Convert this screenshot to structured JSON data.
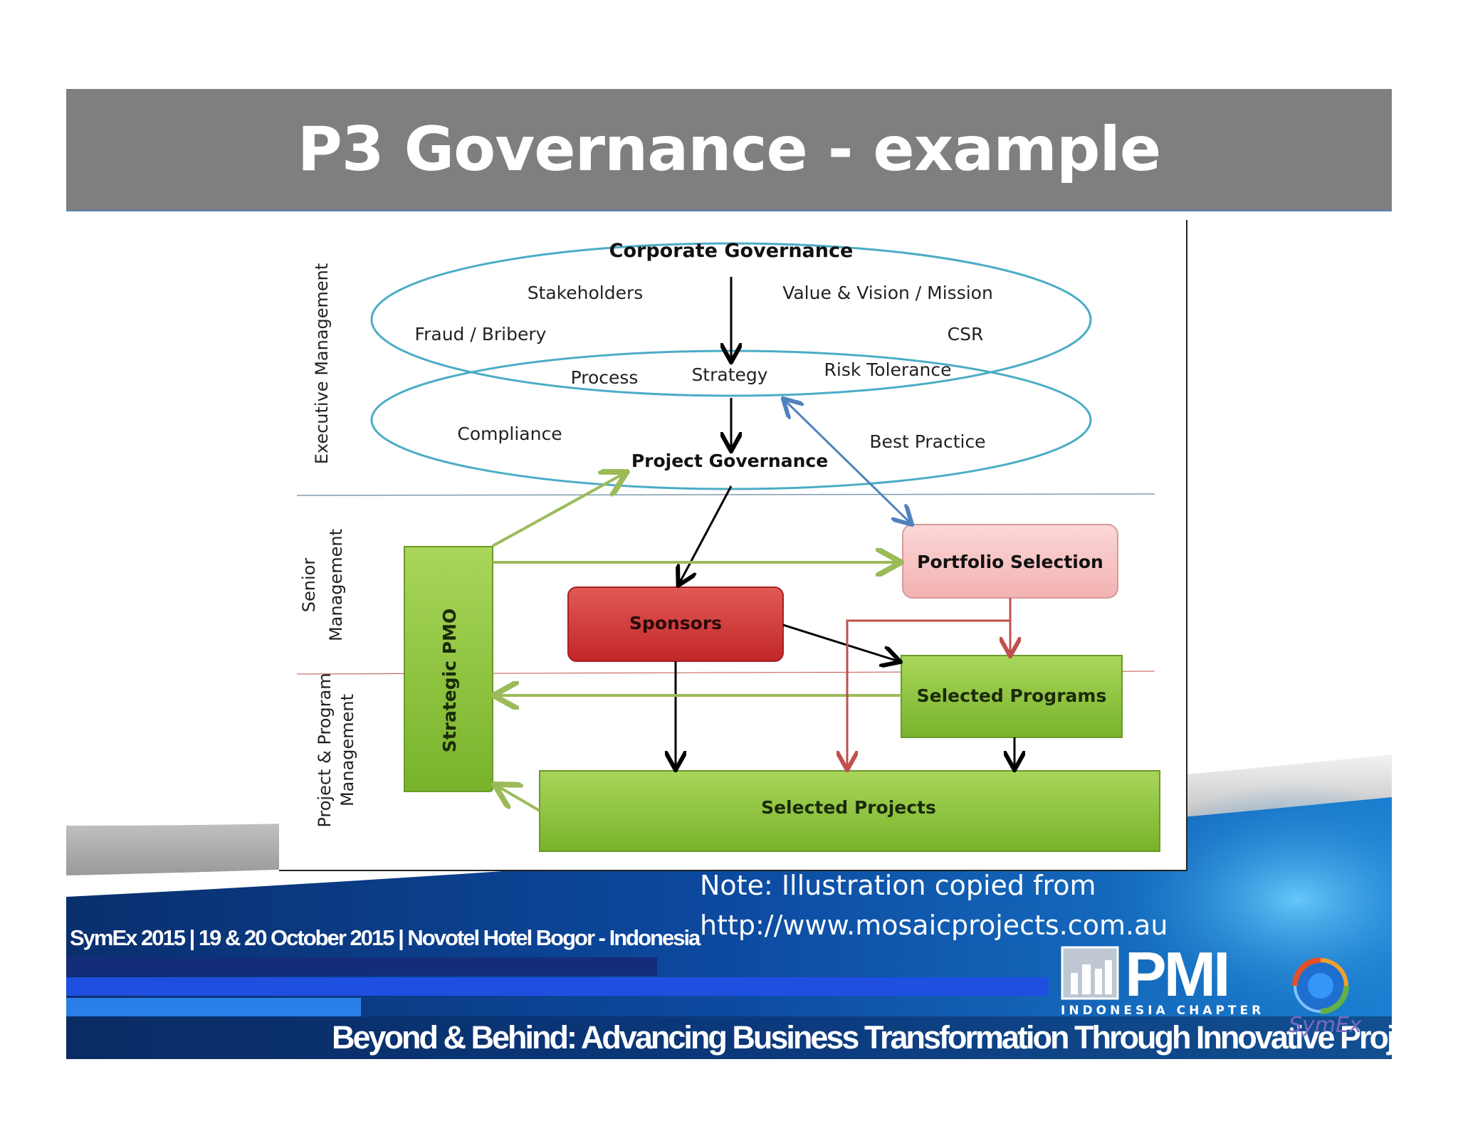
{
  "slide": {
    "title": "P3 Governance - example"
  },
  "diagram": {
    "bands": {
      "executive": "Executive Management",
      "senior_line1": "Senior",
      "senior_line2": "Management",
      "project_line1": "Project & Program",
      "project_line2": "Management"
    },
    "ellipse_labels": {
      "corporate_governance": "Corporate Governance",
      "stakeholders": "Stakeholders",
      "value_vision": "Value & Vision / Mission",
      "fraud": "Fraud / Bribery",
      "csr": "CSR",
      "process": "Process",
      "strategy": "Strategy",
      "risk_tolerance": "Risk Tolerance",
      "compliance": "Compliance",
      "best_practice": "Best Practice",
      "project_governance": "Project Governance"
    },
    "boxes": {
      "strategic_pmo": "Strategic PMO",
      "portfolio_selection": "Portfolio Selection",
      "sponsors": "Sponsors",
      "selected_programs": "Selected Programs",
      "selected_projects": "Selected Projects"
    },
    "colors": {
      "ellipse": "#4bacc6",
      "green_box": "#8dc63f",
      "red_box": "#d9363a",
      "pink_box": "#f8c4c4",
      "green_arrow": "#9bbb59",
      "red_arrow": "#c0504d",
      "blue_arrow": "#4f81bd",
      "black_arrow": "#000000"
    }
  },
  "note": {
    "line1": "Note: Illustration copied from",
    "line2": "http://www.mosaicprojects.com.au"
  },
  "footer": {
    "event": "SymEx 2015  | 19 & 20 October 2015 | Novotel Hotel Bogor - Indonesia",
    "tagline": "Beyond & Behind: Advancing Business Transformation Through Innovative Project Management",
    "pmi_chapter": "INDONESIA  CHAPTER",
    "symex_logo_text": "SymEx",
    "pmi_logo_text": "PMI"
  }
}
